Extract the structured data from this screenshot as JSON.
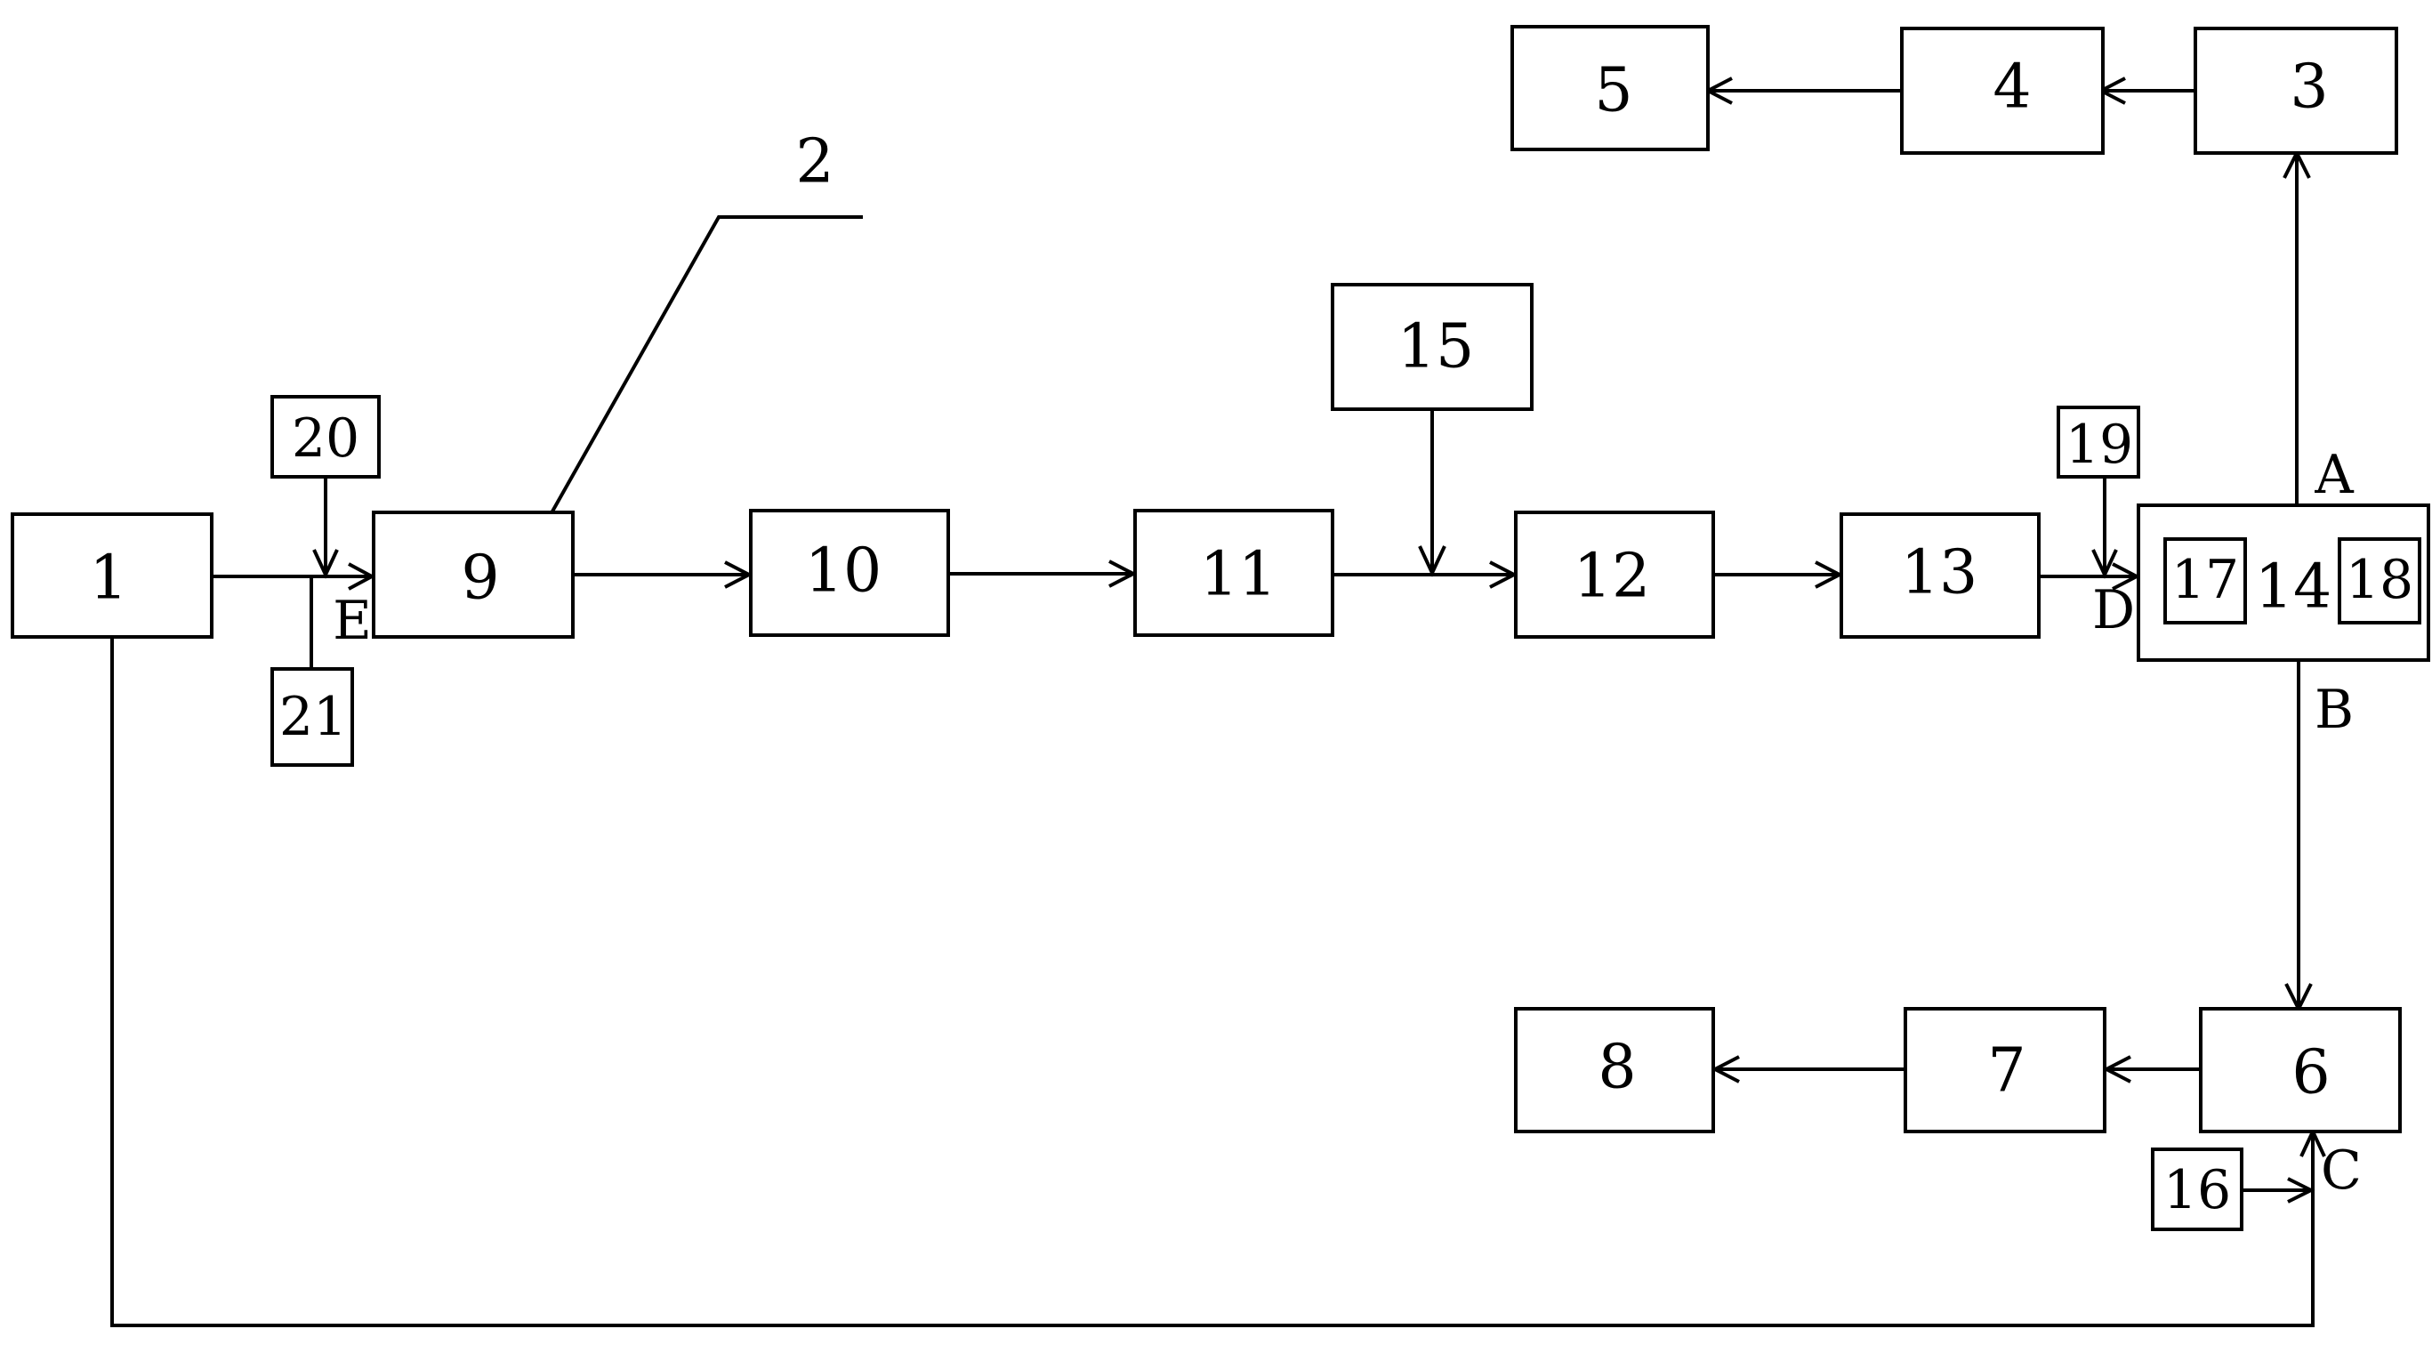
{
  "blocks": {
    "b1": "1",
    "b2": "2",
    "b3": "3",
    "b4": "4",
    "b5": "5",
    "b6": "6",
    "b7": "7",
    "b8": "8",
    "b9": "9",
    "b10": "10",
    "b11": "11",
    "b12": "12",
    "b13": "13",
    "b14": "14",
    "b15": "15",
    "b16": "16",
    "b17": "17",
    "b18": "18",
    "b19": "19",
    "b20": "20",
    "b21": "21"
  },
  "points": {
    "A": "A",
    "B": "B",
    "C": "C",
    "D": "D",
    "E": "E"
  }
}
